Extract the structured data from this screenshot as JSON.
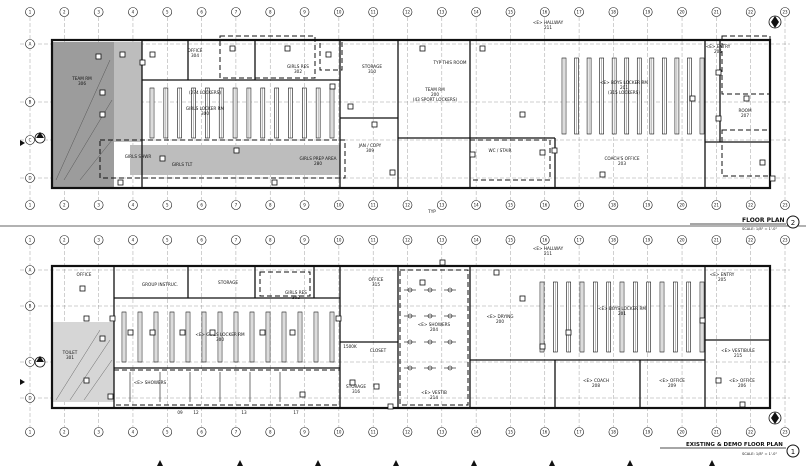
{
  "grid": {
    "columns": [
      "1",
      "2",
      "3",
      "4",
      "5",
      "6",
      "7",
      "8",
      "9",
      "10",
      "11",
      "12",
      "13",
      "14",
      "15",
      "16",
      "17",
      "18",
      "19",
      "20",
      "21",
      "22",
      "23"
    ],
    "rows": [
      "A",
      "B",
      "C",
      "D"
    ]
  },
  "plans": [
    {
      "id": "floor",
      "title": "FLOOR PLAN",
      "scale": "SCALE: 1/8\" = 1'-0\"",
      "callout": "2",
      "rooms": {
        "office_a": "OFFICE",
        "office_a_num": "304",
        "girls_res": "GIRLS RES",
        "girls_res_num": "302",
        "storage": "STORAGE",
        "storage_num": "310",
        "typ_this_room": "TYP THIS ROOM",
        "team_rm": "TEAM RM",
        "team_rm_num": "200",
        "team_rm_note": "(43 SPORT LOCKERS)",
        "hallway": "<E> HALLWAY",
        "hallway_num": "211",
        "boys_locker": "<E> BOYS LOCKER RM",
        "boys_locker_num": "201",
        "boys_locker_note": "(315 LOCKERS)",
        "entry": "<E> ENTRY",
        "entry_num": "205",
        "team_rm_left": "TEAM RM",
        "team_rm_left_num": "306",
        "girls_locker": "(274 LOCKERS)",
        "girls_locker_label": "GIRLS LOCKER RM",
        "girls_locker_num": "300",
        "girls_shower": "GIRLS SHWR",
        "girls_toilet": "GIRLS TLT",
        "girls_prep": "GIRLS PREP AREA",
        "girls_prep_num": "280",
        "jan": "JAN / COPY",
        "jan_num": "309",
        "wc_stair": "WC / STAIR",
        "coach_office": "COACH'S OFFICE",
        "coach_office_num": "203",
        "room_207": "ROOM",
        "room_207_num": "207",
        "typ": "TYP"
      }
    },
    {
      "id": "existing",
      "title": "EXISTING & DEMO FLOOR PLAN",
      "scale": "SCALE: 1/8\" = 1'-0\"",
      "callout": "1",
      "rooms": {
        "office": "OFFICE",
        "group_instr": "GROUP INSTRUC.",
        "storage": "STORAGE",
        "girls_res": "GIRLS RES",
        "girls_res_num": "302",
        "office_b": "OFFICE",
        "office_b_num": "315",
        "hallway": "<E> HALLWAY",
        "hallway_num": "211",
        "boys_locker": "<E> BOYS LOCKER RM",
        "boys_locker_num": "201",
        "entry": "<E> ENTRY",
        "entry_num": "205",
        "girls_locker": "<E> GIRLS LOCKER RM",
        "girls_locker_num": "300",
        "showers": "<E> SHOWERS",
        "showers_num": "204",
        "drying": "<E> DRYING",
        "drying_num": "200",
        "toilet": "TOILET",
        "toilet_num": "301",
        "showers_b": "<E> SHOWERS",
        "storage_b": "STORAGE",
        "storage_b_num": "316",
        "closet": "CLOSET",
        "vestibule": "<E> VESTIB",
        "vestibule_num": "214",
        "coach": "<E> COACH",
        "coach_num": "208",
        "office_c": "<E> OFFICE",
        "office_c_num": "209",
        "vestibule2": "<E> VESTIBULE",
        "vestibule2_num": "215",
        "office_d": "<E> OFFICE",
        "office_d_num": "206",
        "room_1500": "1500K",
        "tag_a": "09",
        "tag_b": "12",
        "tag_c": "13",
        "tag_d": "17"
      }
    }
  ]
}
